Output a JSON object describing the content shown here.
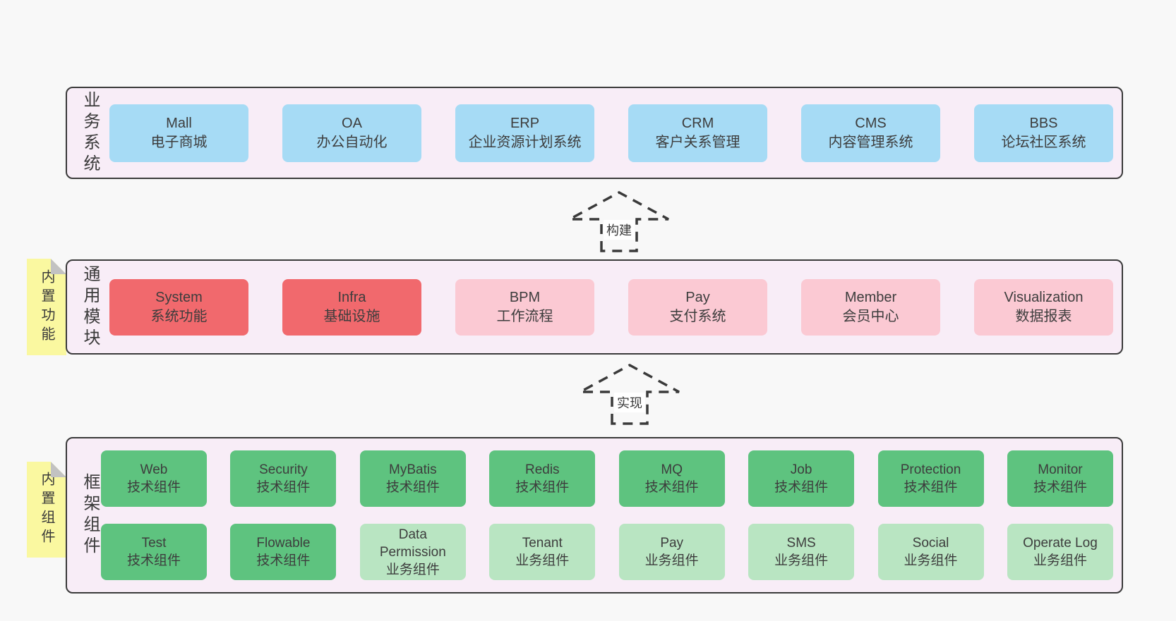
{
  "colors": {
    "page_bg": "#f8f8f8",
    "section_bg": "#f8edf7",
    "section_border": "#3a3a3a",
    "blue": "#a6dbf5",
    "red": "#f1696d",
    "pink": "#fbc9d3",
    "green": "#5ec37f",
    "light_green": "#b9e5c2",
    "tag_yellow": "#faf8a0",
    "tag_fold": "#c2c2c2",
    "text": "#3d3d3d"
  },
  "sections": {
    "business": {
      "label": "业务系统",
      "boxes": [
        {
          "title": "Mall",
          "subtitle": "电子商城",
          "color": "blue"
        },
        {
          "title": "OA",
          "subtitle": "办公自动化",
          "color": "blue"
        },
        {
          "title": "ERP",
          "subtitle": "企业资源计划系统",
          "color": "blue"
        },
        {
          "title": "CRM",
          "subtitle": "客户关系管理",
          "color": "blue"
        },
        {
          "title": "CMS",
          "subtitle": "内容管理系统",
          "color": "blue"
        },
        {
          "title": "BBS",
          "subtitle": "论坛社区系统",
          "color": "blue"
        }
      ]
    },
    "modules": {
      "label": "通用模块",
      "tag": "内置功能",
      "boxes": [
        {
          "title": "System",
          "subtitle": "系统功能",
          "color": "red"
        },
        {
          "title": "Infra",
          "subtitle": "基础设施",
          "color": "red"
        },
        {
          "title": "BPM",
          "subtitle": "工作流程",
          "color": "pink"
        },
        {
          "title": "Pay",
          "subtitle": "支付系统",
          "color": "pink"
        },
        {
          "title": "Member",
          "subtitle": "会员中心",
          "color": "pink"
        },
        {
          "title": "Visualization",
          "subtitle": "数据报表",
          "color": "pink"
        }
      ]
    },
    "framework": {
      "label": "框架组件",
      "tag": "内置组件",
      "rows": [
        [
          {
            "title": "Web",
            "subtitle": "技术组件",
            "color": "green"
          },
          {
            "title": "Security",
            "subtitle": "技术组件",
            "color": "green"
          },
          {
            "title": "MyBatis",
            "subtitle": "技术组件",
            "color": "green"
          },
          {
            "title": "Redis",
            "subtitle": "技术组件",
            "color": "green"
          },
          {
            "title": "MQ",
            "subtitle": "技术组件",
            "color": "green"
          },
          {
            "title": "Job",
            "subtitle": "技术组件",
            "color": "green"
          },
          {
            "title": "Protection",
            "subtitle": "技术组件",
            "color": "green"
          },
          {
            "title": "Monitor",
            "subtitle": "技术组件",
            "color": "green"
          }
        ],
        [
          {
            "title": "Test",
            "subtitle": "技术组件",
            "color": "green"
          },
          {
            "title": "Flowable",
            "subtitle": "技术组件",
            "color": "green"
          },
          {
            "title": "Data Permission",
            "subtitle": "业务组件",
            "color": "light_green"
          },
          {
            "title": "Tenant",
            "subtitle": "业务组件",
            "color": "light_green"
          },
          {
            "title": "Pay",
            "subtitle": "业务组件",
            "color": "light_green"
          },
          {
            "title": "SMS",
            "subtitle": "业务组件",
            "color": "light_green"
          },
          {
            "title": "Social",
            "subtitle": "业务组件",
            "color": "light_green"
          },
          {
            "title": "Operate Log",
            "subtitle": "业务组件",
            "color": "light_green"
          }
        ]
      ]
    }
  },
  "arrows": [
    {
      "label": "构建"
    },
    {
      "label": "实现"
    }
  ]
}
